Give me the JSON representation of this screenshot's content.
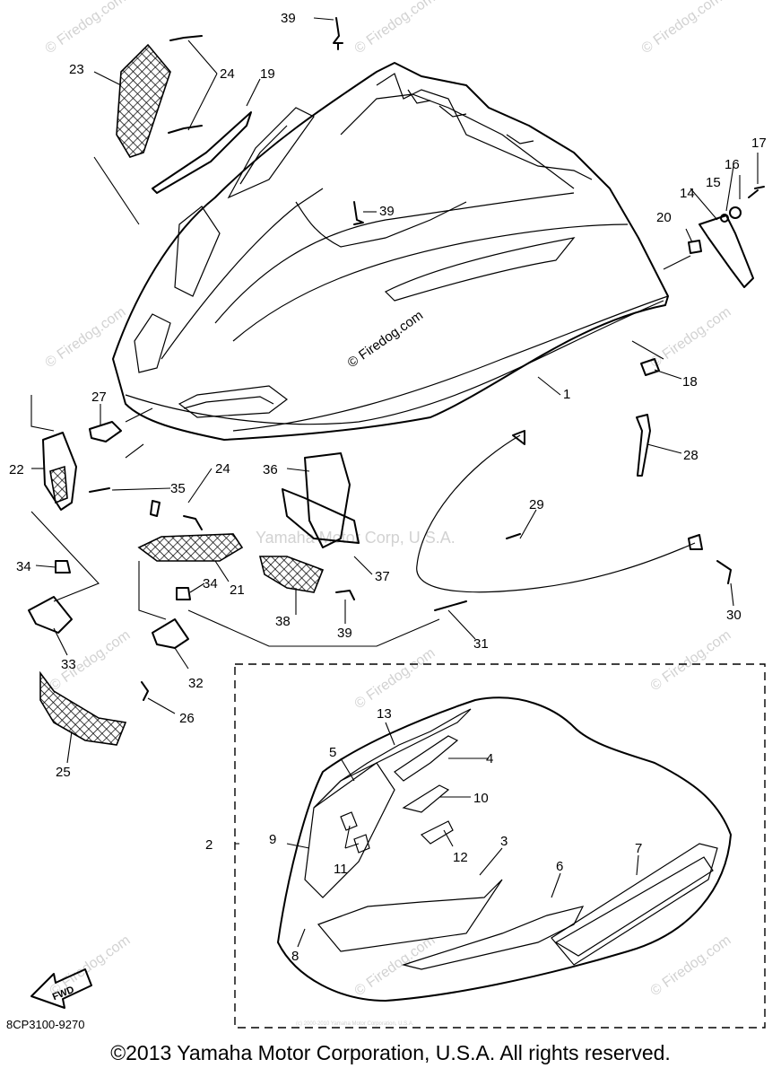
{
  "watermarks": {
    "firedog": "© Firedog.com",
    "motor_corp": "Yamaha Motor Corp, U.S.A.",
    "tiny": "(c) 2000-2010 Yamaha Motor Corporation, U.S.A."
  },
  "fwd_label": "FWD",
  "diagram_code": "8CP3100-9270",
  "copyright": "©2013 Yamaha Motor Corporation, U.S.A. All rights reserved.",
  "callouts": [
    "1",
    "2",
    "3",
    "4",
    "5",
    "6",
    "7",
    "8",
    "9",
    "10",
    "11",
    "12",
    "13",
    "14",
    "15",
    "16",
    "17",
    "18",
    "19",
    "20",
    "21",
    "22",
    "23",
    "24",
    "24",
    "25",
    "26",
    "27",
    "28",
    "29",
    "30",
    "31",
    "32",
    "33",
    "34",
    "34",
    "35",
    "36",
    "37",
    "38",
    "39",
    "39",
    "39"
  ]
}
